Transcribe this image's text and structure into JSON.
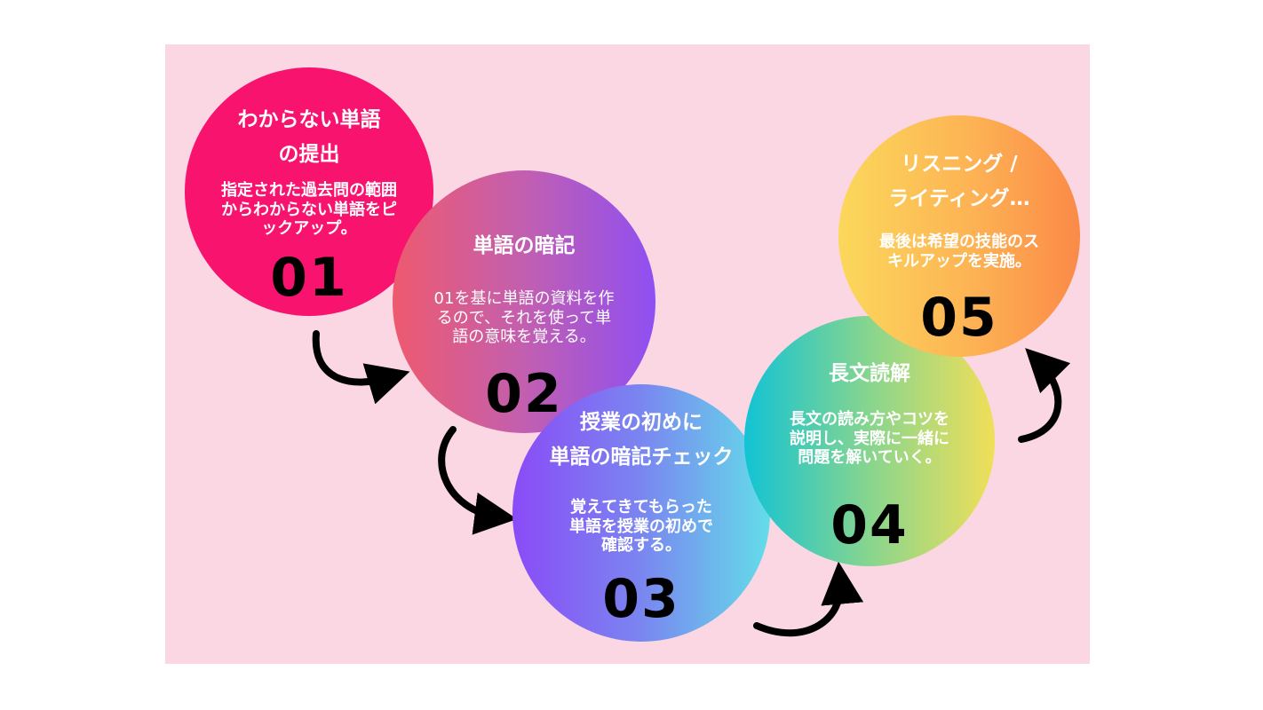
{
  "steps": [
    {
      "title": "わからない単語\nの提出",
      "description": "指定された過去問の範囲\nからわからない単語をピ\nックアップ。",
      "number": "01",
      "color": "#f7136e"
    },
    {
      "title": "単語の暗記",
      "description": "01を基に単語の資料を作\nるので、それを使って単\n語の意味を覚える。",
      "number": "02",
      "color": "#c25fb0"
    },
    {
      "title": "授業の初めに\n単語の暗記チェック",
      "description": "覚えてきてもらった\n単語を授業の初めで\n確認する。",
      "number": "03",
      "color": "#7a86f0"
    },
    {
      "title": "長文読解",
      "description": "長文の読み方やコツを\n説明し、実際に一緒に\n問題を解いていく。",
      "number": "04",
      "color": "#88d58e"
    },
    {
      "title": "リスニング /\nライティング…",
      "description": "最後は希望の技能のス\nキルアップを実施。",
      "number": "05",
      "color": "#fdb354"
    }
  ],
  "background_color": "#fbd7e4",
  "arrow_icon": "curved-arrow-icon"
}
